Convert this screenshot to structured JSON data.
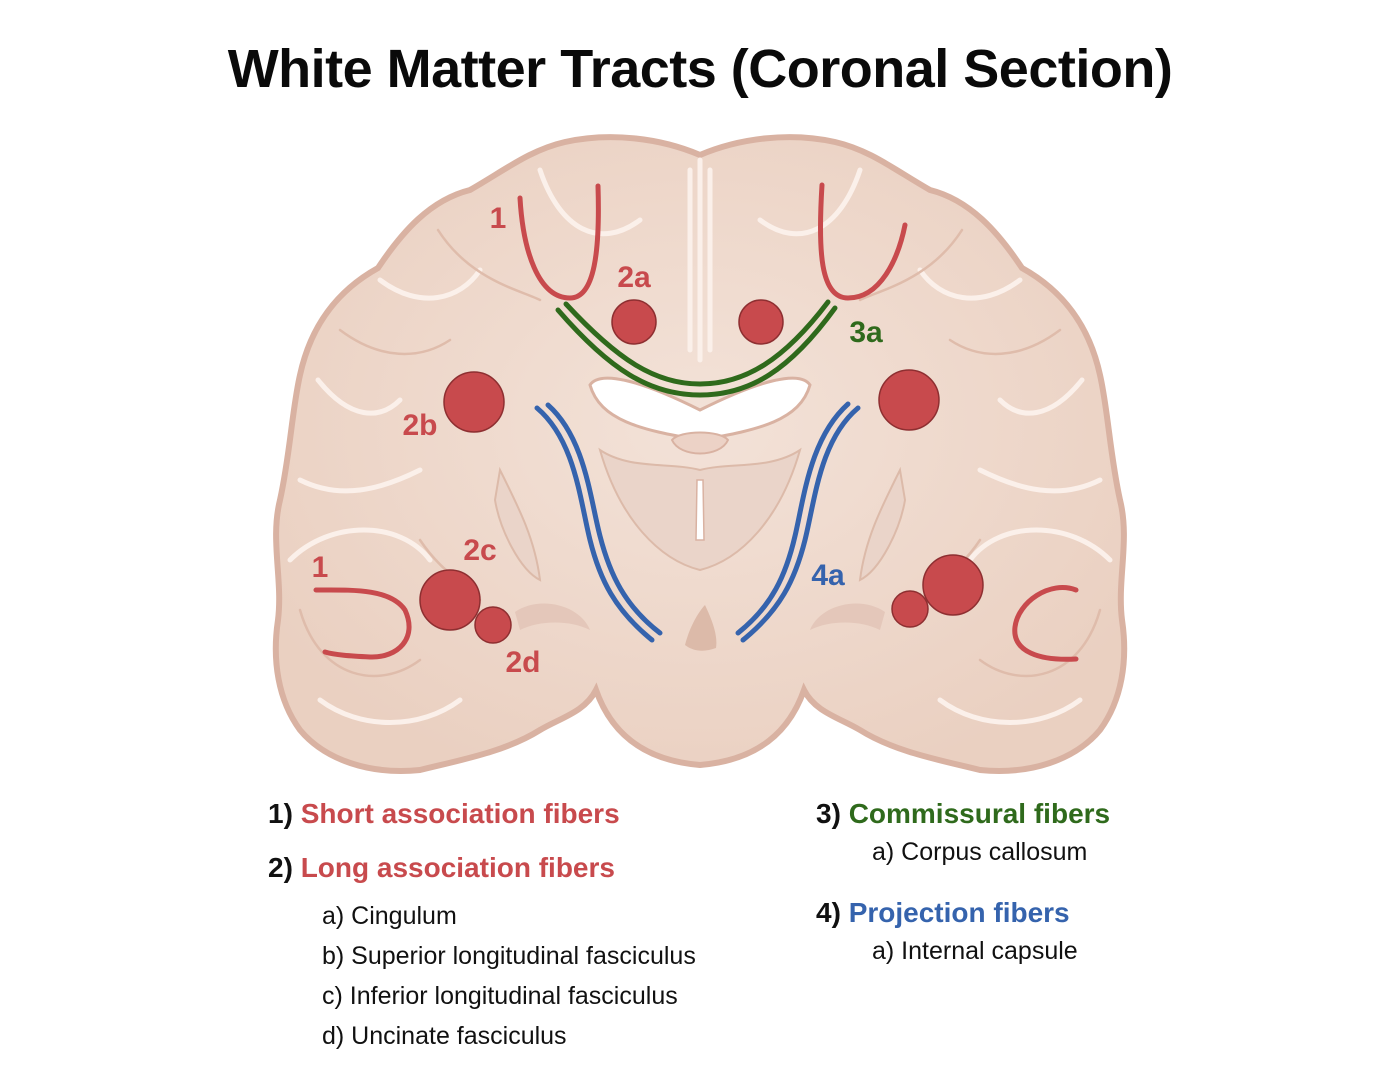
{
  "title": "White Matter Tracts (Coronal Section)",
  "colors": {
    "red": "#c84a4d",
    "green": "#2f6a1c",
    "blue": "#3563ad",
    "tissue": "#f0d9cc",
    "tissue_outline": "#d9b2a2",
    "black": "#111111"
  },
  "diagram_labels": {
    "l1_top": "1",
    "l1_left": "1",
    "l2a": "2a",
    "l2b": "2b",
    "l2c": "2c",
    "l2d": "2d",
    "l3a": "3a",
    "l4a": "4a"
  },
  "legend": {
    "g1": {
      "num": "1)",
      "title": "Short association fibers",
      "items": []
    },
    "g2": {
      "num": "2)",
      "title": "Long association fibers",
      "items": [
        "a) Cingulum",
        "b) Superior longitudinal fasciculus",
        "c) Inferior longitudinal fasciculus",
        "d) Uncinate fasciculus"
      ]
    },
    "g3": {
      "num": "3)",
      "title": "Commissural fibers",
      "items": [
        "a) Corpus callosum"
      ]
    },
    "g4": {
      "num": "4)",
      "title": "Projection fibers",
      "items": [
        "a) Internal capsule"
      ]
    }
  }
}
